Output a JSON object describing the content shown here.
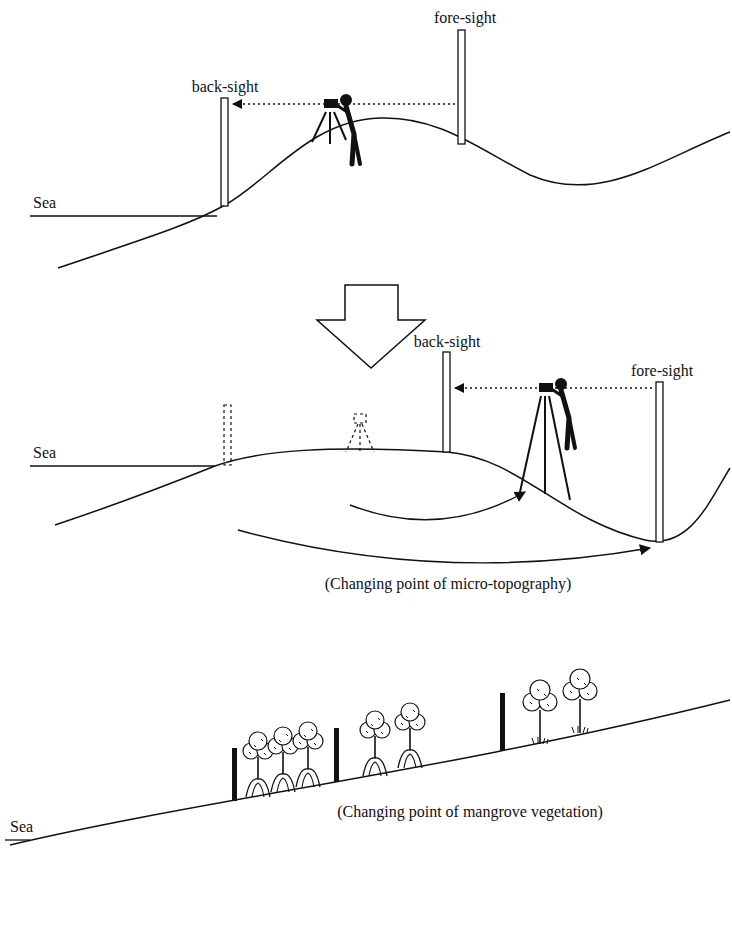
{
  "diagram": {
    "labels": [
      "fore-sight",
      "back-sight",
      "Sea",
      "back-sight",
      "fore-sight",
      "Sea",
      "(Changing point of micro-topography)",
      "Sea",
      "(Changing point of mangrove vegetation)"
    ]
  }
}
